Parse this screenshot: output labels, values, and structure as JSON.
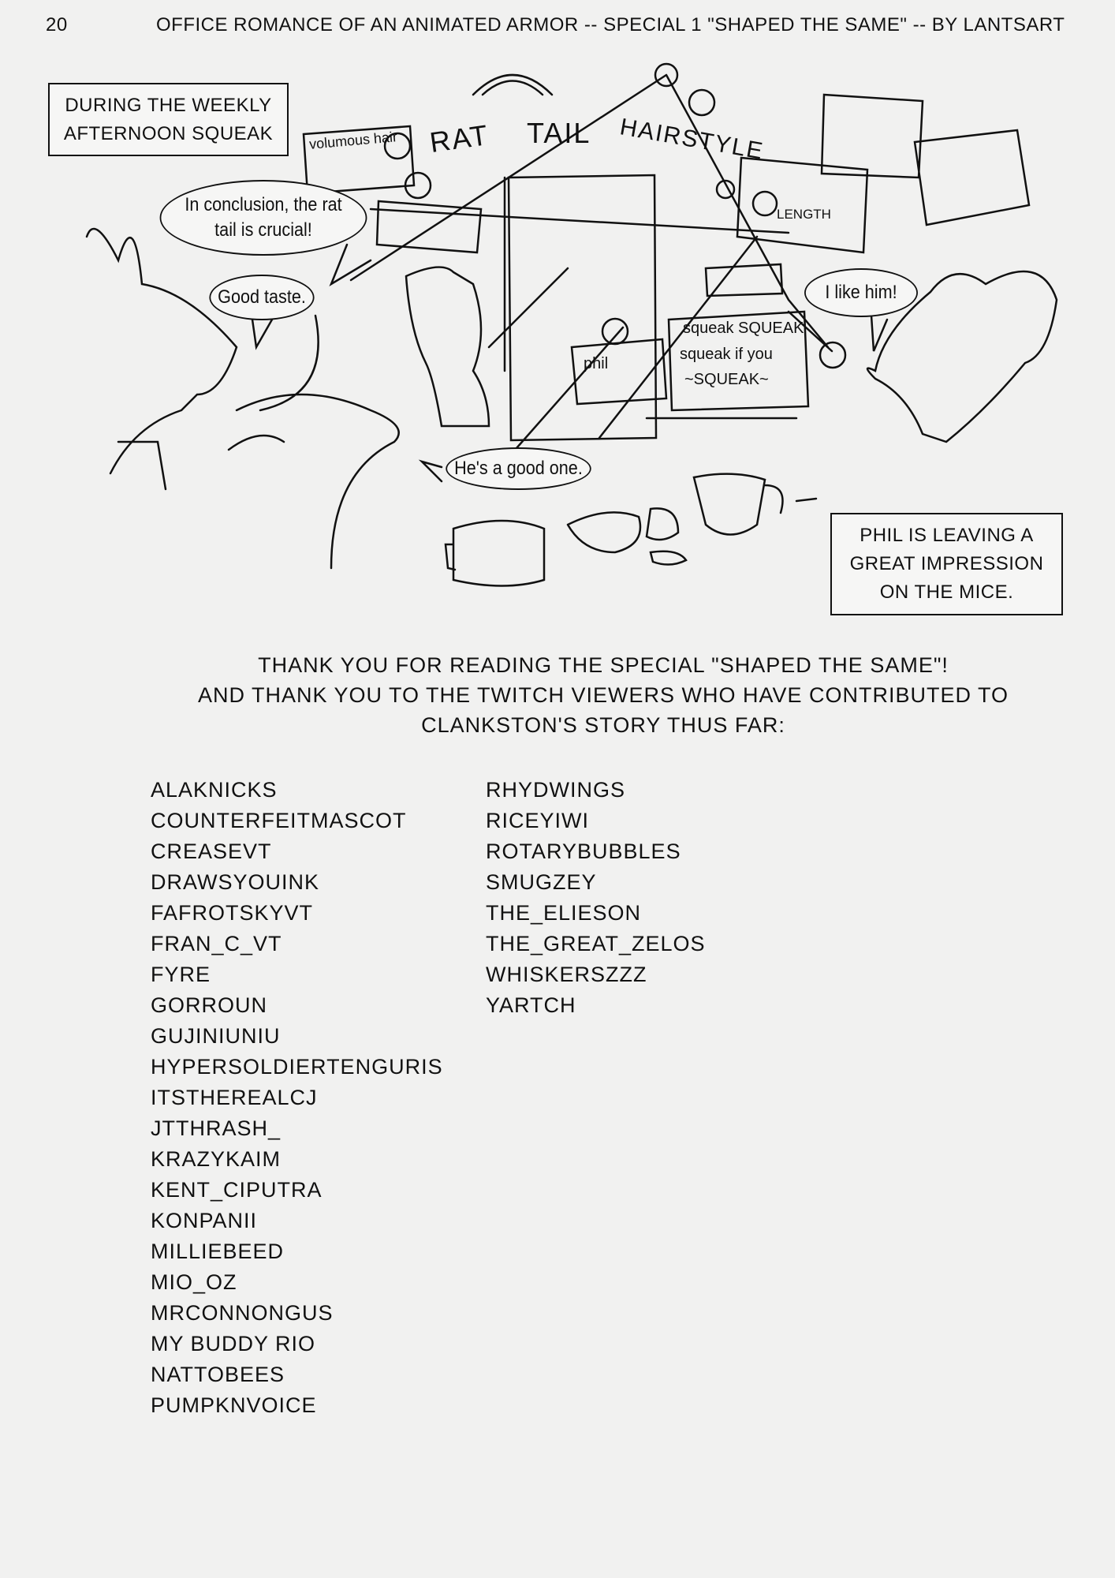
{
  "header": {
    "page_number": "20",
    "title": "OFFICE ROMANCE OF AN ANIMATED ARMOR -- SPECIAL 1  \"SHAPED THE SAME\" -- BY LANTSART"
  },
  "panel": {
    "caption_top": "DURING THE WEEKLY AFTERNOON SQUEAK",
    "caption_bottom": "PHIL IS LEAVING A GREAT IMPRESSION ON THE MICE.",
    "bubbles": {
      "presenter": "In conclusion, the rat tail is crucial!",
      "good_taste": "Good taste.",
      "like_him": "I like him!",
      "good_one": "He's a good one."
    },
    "board": {
      "word1": "RAT",
      "word2": "TAIL",
      "word3": "HAIRSTYLE",
      "note_volume": "volumous hair",
      "note_length": "LENGTH",
      "note_phil": "phil",
      "note_squeak1": "squeak SQUEAK",
      "note_squeak2": "squeak if you",
      "note_squeak3": "~SQUEAK~"
    }
  },
  "thanks": {
    "line1": "THANK YOU FOR READING THE SPECIAL \"SHAPED THE SAME\"!",
    "line2": "AND THANK YOU TO THE TWITCH VIEWERS WHO HAVE CONTRIBUTED TO",
    "line3": "CLANKSTON'S STORY THUS FAR:"
  },
  "names": {
    "column1": [
      "ALAKNICKS",
      "COUNTERFEITMASCOT",
      "CREASEVT",
      "DRAWSYOUINK",
      "FAFROTSKYVT",
      "FRAN_C_VT",
      "FYRE",
      "GORROUN",
      "GUJINIUNIU",
      "HYPERSOLDIERTENGURIS",
      "ITSTHEREALCJ",
      "JTTHRASH_",
      "KRAZYKAIM",
      "KENT_CIPUTRA",
      "KONPANII",
      "MILLIEBEED",
      "MIO_OZ",
      "MRCONNONGUS",
      "MY BUDDY RIO",
      "NATTOBEES",
      "PUMPKNVOICE"
    ],
    "column2": [
      "RHYDWINGS",
      "RICEYIWI",
      "ROTARYBUBBLES",
      "SMUGZEY",
      "THE_ELIESON",
      "THE_GREAT_ZELOS",
      "WHISKERSZZZ",
      "YARTCH"
    ]
  }
}
